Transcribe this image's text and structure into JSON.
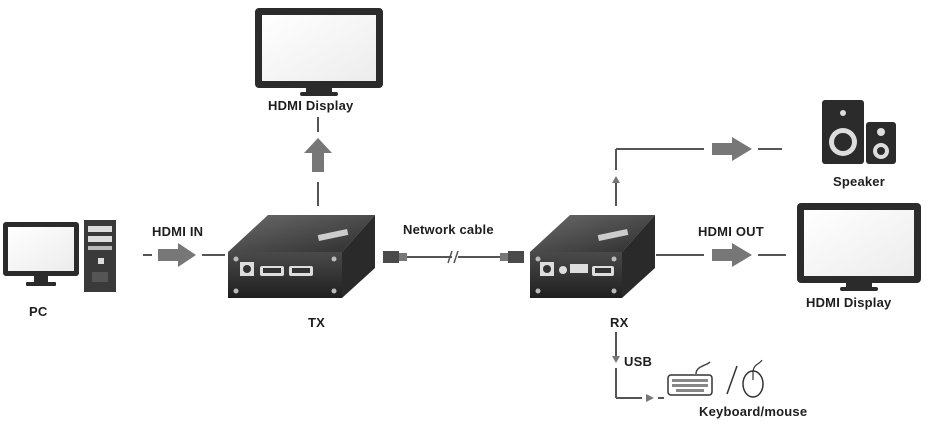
{
  "devices": {
    "top_display": {
      "label": "HDMI Display",
      "icon": "monitor-icon"
    },
    "right_display": {
      "label": "HDMI Display",
      "icon": "monitor-icon"
    },
    "pc": {
      "label": "PC",
      "icon": "desktop-computer-icon"
    },
    "transmitter": {
      "label": "TX",
      "icon": "extender-box-icon"
    },
    "receiver": {
      "label": "RX",
      "icon": "extender-box-icon"
    },
    "speaker": {
      "label": "Speaker",
      "icon": "speaker-icon"
    },
    "keyboard_mouse": {
      "label": "Keyboard/mouse",
      "icons": [
        "keyboard-icon",
        "mouse-icon"
      ]
    }
  },
  "connections": {
    "hdmi_in": {
      "label": "HDMI IN"
    },
    "network_cable": {
      "label": "Network cable",
      "icon": "rj45-cable-icon"
    },
    "hdmi_out": {
      "label": "HDMI OUT"
    },
    "usb": {
      "label": "USB"
    }
  },
  "colors": {
    "line": "#555555",
    "arrow": "#777777",
    "device_dark": "#3a3a3a",
    "device_light": "#e8e8e8"
  }
}
